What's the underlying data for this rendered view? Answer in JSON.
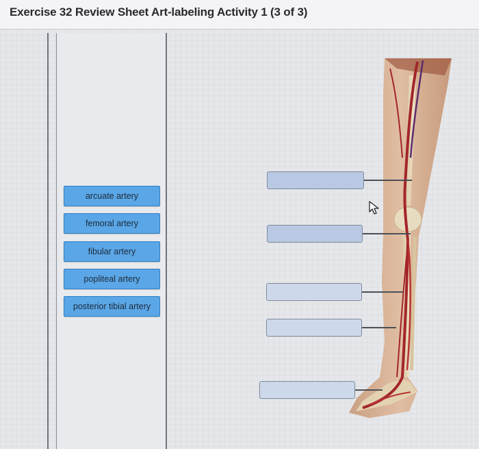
{
  "header": {
    "title": "Exercise 32 Review Sheet Art-labeling Activity 1 (3 of 3)"
  },
  "labels": [
    "arcuate artery",
    "femoral artery",
    "fibular artery",
    "popliteal artery",
    "posterior tibial artery"
  ],
  "colors": {
    "chip": "#5aa6e6",
    "chip_border": "#2f7fc4",
    "drop_target": "#b9c8e3",
    "artery": "#a3262a"
  },
  "icons": [
    "cursor-arrow-icon"
  ],
  "figure": "leg-artery-diagram"
}
